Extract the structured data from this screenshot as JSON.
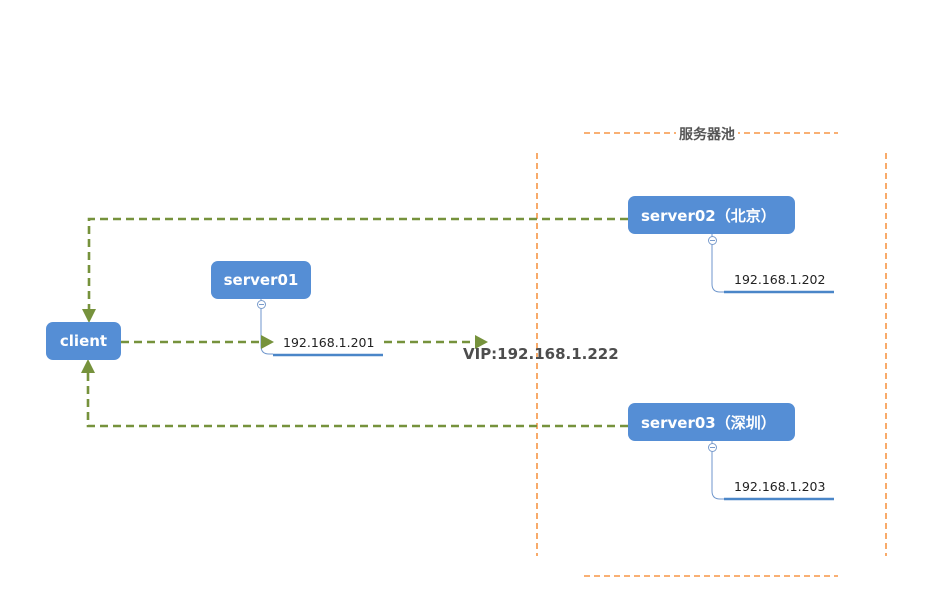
{
  "pool": {
    "title": "服务器池"
  },
  "nodes": {
    "client": "client",
    "server01": "server01",
    "server02": "server02（北京）",
    "server03": "server03（深圳）"
  },
  "ips": {
    "server01": "192.168.1.201",
    "server02": "192.168.1.202",
    "server03": "192.168.1.203"
  },
  "vip": "VIP:192.168.1.222",
  "colors": {
    "node_fill": "#558ed5",
    "arrow": "#76923c",
    "pool_border": "#f79646",
    "ip_underline": "#4a86c8"
  }
}
